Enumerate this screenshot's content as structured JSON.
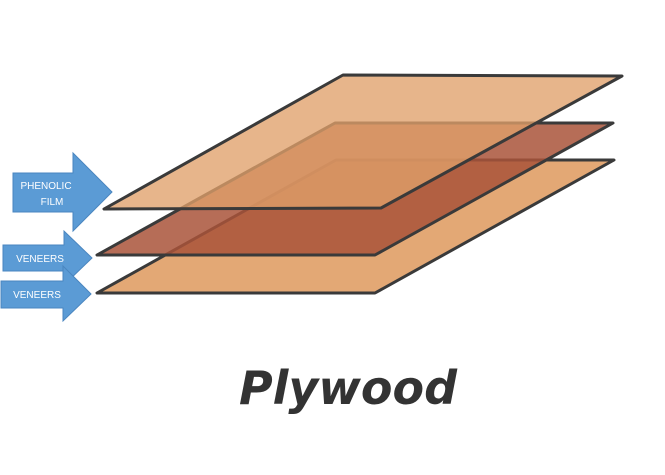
{
  "labels": {
    "phenolic_line1": "PHENOLIC",
    "phenolic_line2": "FILM",
    "veneers_1": "VENEERS",
    "veneers_2": "VENEERS"
  },
  "title": "Plywood",
  "colors": {
    "top_layer": "#e0a06a",
    "middle_layer": "#a9533a",
    "bottom_layer": "#e2a36e",
    "layer_edge": "#3a3a3a",
    "arrow_fill": "#5b9bd5",
    "arrow_edge": "#4a86c0",
    "title": "#333333"
  }
}
